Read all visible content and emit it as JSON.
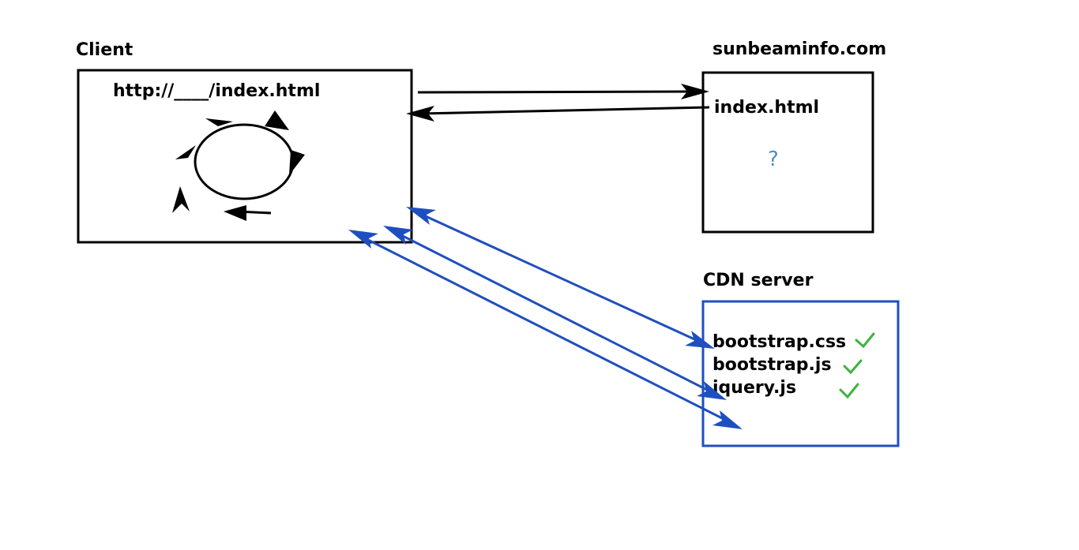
{
  "client": {
    "title": "Client",
    "url": "http://____/index.html"
  },
  "origin_server": {
    "title": "sunbeaminfo.com",
    "file": "index.html",
    "unknown": "?"
  },
  "cdn_server": {
    "title": "CDN server",
    "files": [
      "bootstrap.css",
      "bootstrap.js",
      "jquery.js"
    ],
    "check_icon": "checkmark-icon"
  },
  "colors": {
    "black": "#000000",
    "blue": "#1f4fbf",
    "question": "#4a8ec2",
    "check": "#3db33d"
  }
}
